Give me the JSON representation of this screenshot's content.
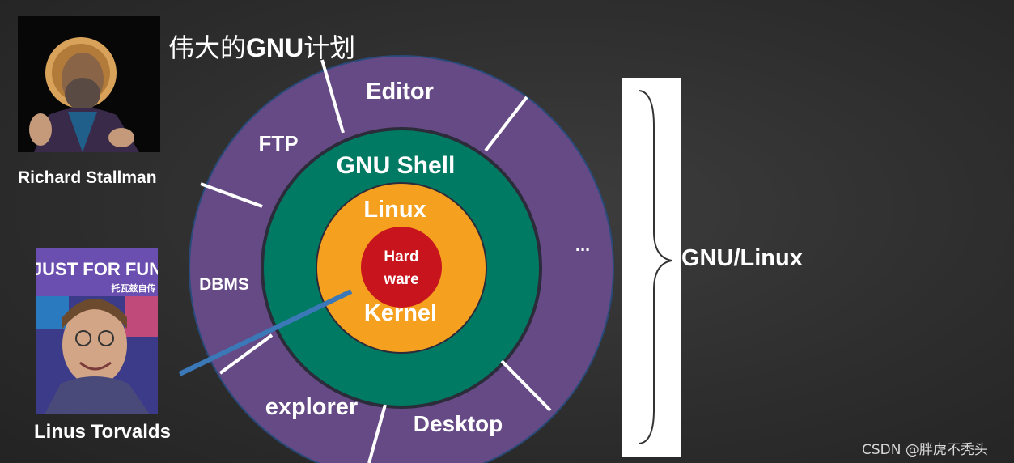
{
  "title": {
    "prefix": "伟大的",
    "gnu": "GNU",
    "suffix": "计划"
  },
  "people": {
    "stallman": {
      "name": "Richard  Stallman"
    },
    "torvalds": {
      "name": "Linus Torvalds",
      "book_title": "JUST FOR FUN",
      "book_subtitle": "托瓦兹自传"
    }
  },
  "rings": {
    "outer": {
      "color": "#654a85",
      "labels": [
        "Editor",
        "FTP",
        "DBMS",
        "...",
        "explorer",
        "Desktop"
      ]
    },
    "shell": {
      "color": "#007a62",
      "label": "GNU Shell"
    },
    "kernel": {
      "color": "#f5a01f",
      "top_label": "Linux",
      "bottom_label": "Kernel"
    },
    "hardware": {
      "color": "#c8141c",
      "line1": "Hard",
      "line2": "ware"
    }
  },
  "brace_label": "GNU/Linux",
  "watermark": "CSDN @胖虎不秃头"
}
